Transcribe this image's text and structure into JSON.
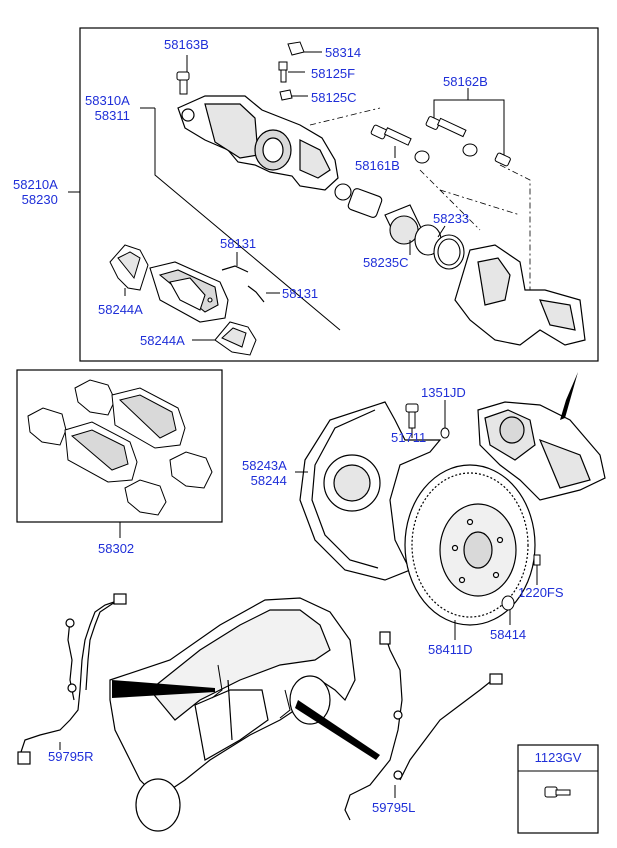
{
  "labels": {
    "p58163B": "58163B",
    "p58314": "58314",
    "p58125F": "58125F",
    "p58125C": "58125C",
    "p58162B": "58162B",
    "p58310A": "58310A",
    "p58311": "58311",
    "p58210A": "58210A",
    "p58230": "58230",
    "p58161B": "58161B",
    "p58233": "58233",
    "p58235C": "58235C",
    "p58131a": "58131",
    "p58131b": "58131",
    "p58244A_top": "58244A",
    "p58244A_bot": "58244A",
    "p1351JD": "1351JD",
    "p51711": "51711",
    "p58243A": "58243A",
    "p58244": "58244",
    "p58302": "58302",
    "p1220FS": "1220FS",
    "p58414": "58414",
    "p58411D": "58411D",
    "p59795R": "59795R",
    "p59795L": "59795L",
    "p1123GV": "1123GV"
  },
  "colors": {
    "label": "#1f2fd8",
    "line": "#000000",
    "part_fill": "#ffffff",
    "part_shade": "#d9d9d9"
  }
}
